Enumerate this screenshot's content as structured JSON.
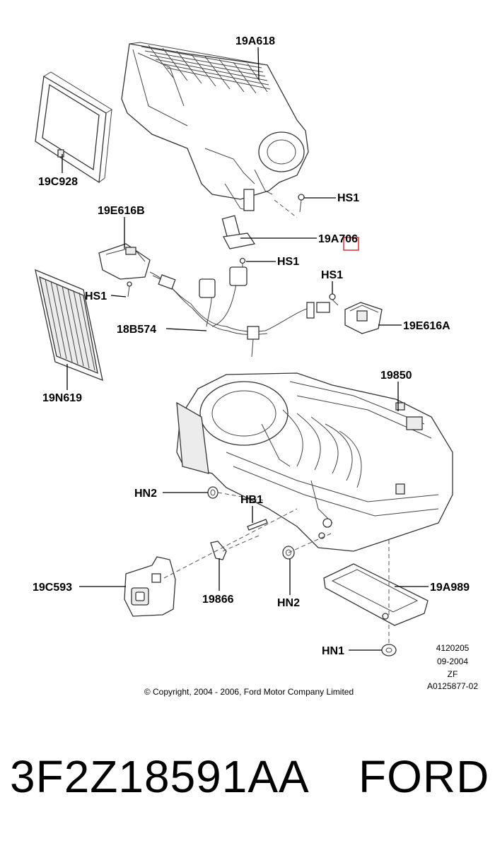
{
  "labels": {
    "p19A618": "19A618",
    "p19C928": "19C928",
    "hs1_top": "HS1",
    "p19E616B": "19E616B",
    "p19A706": "19A706",
    "hs1_mid": "HS1",
    "hs1_right": "HS1",
    "hs1_left": "HS1",
    "p18B574": "18B574",
    "p19E616A": "19E616A",
    "p19N619": "19N619",
    "p19850": "19850",
    "hn2_left": "HN2",
    "hb1": "HB1",
    "p19C593": "19C593",
    "p19866": "19866",
    "hn2_bottom": "HN2",
    "p19A989": "19A989",
    "hn1": "HN1"
  },
  "ref": {
    "line1": "4120205",
    "line2": "09-2004",
    "line3": "ZF",
    "line4": "A0125877-02"
  },
  "copyright": "© Copyright, 2004 - 2006, Ford Motor Company Limited",
  "footer": {
    "part_number": "3F2Z18591AA",
    "brand": "FORD"
  },
  "highlight_color": "#e03030"
}
